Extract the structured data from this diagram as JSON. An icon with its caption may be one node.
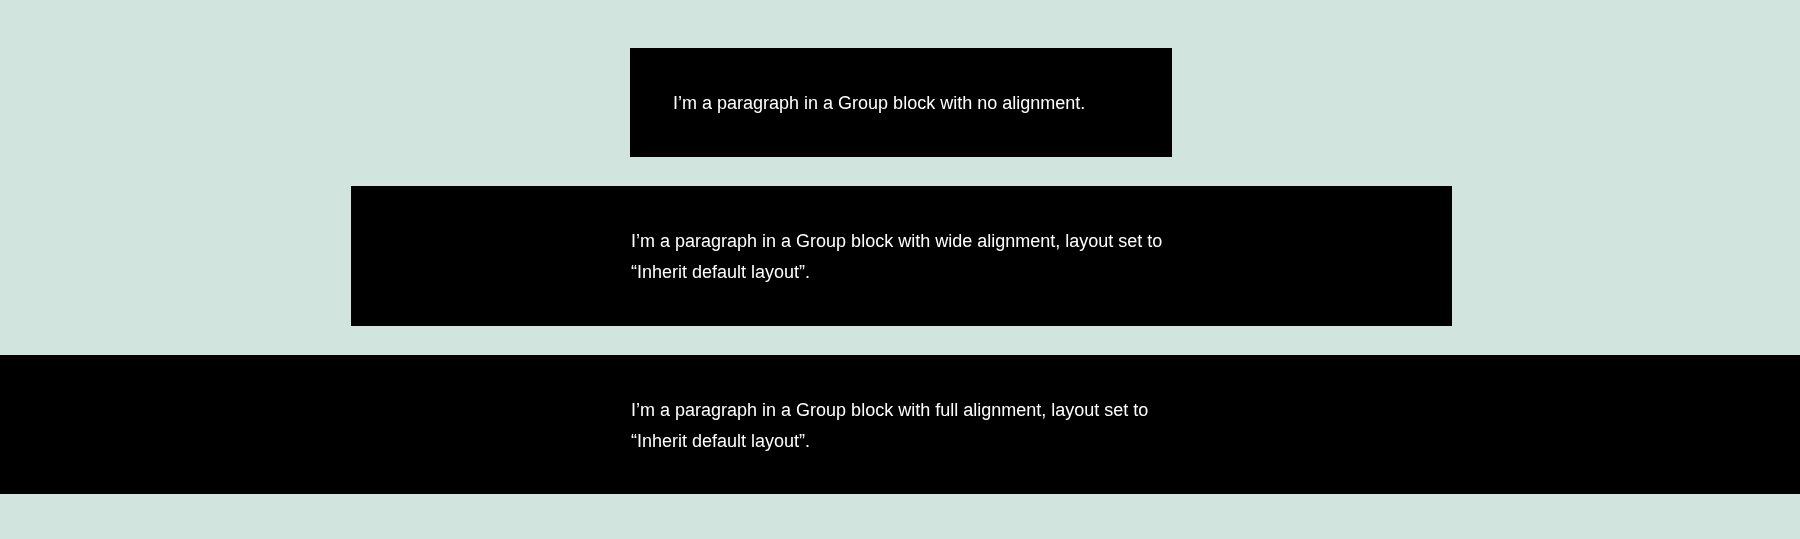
{
  "diagram": {
    "nodes": [
      {
        "text": [
          "I’m a paragraph in a Group block with no alignment."
        ]
      },
      {
        "text": [
          "I’m a paragraph in a Group block with wide alignment, layout set to “Inherit default layout”."
        ]
      },
      {
        "text": [
          "I’m a paragraph in a Group block with full alignment, layout set to “Inherit default layout”."
        ]
      }
    ]
  }
}
